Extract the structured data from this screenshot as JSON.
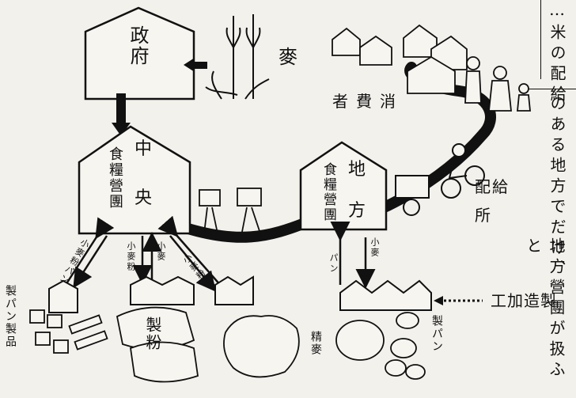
{
  "title_col": "…米の配給",
  "body_col_1": "のある地方でだけ、",
  "body_col_2": "地方營團が扱ふと",
  "nodes": {
    "government": "政府",
    "central": {
      "top": "中",
      "sub": "食糧營團",
      "bottom": "央"
    },
    "local": {
      "top": "地",
      "sub": "食糧營團",
      "bottom": "方"
    }
  },
  "labels": {
    "wheat": "麥",
    "consumers": "消費者",
    "distribution": "配給所",
    "factory_process": "製造加工",
    "bakery_products": "製パン製品",
    "flour": "製粉",
    "wheat_polished": "精麥",
    "bread": "製パン"
  },
  "arrows": {
    "flour_bread": "小麥粉パン",
    "wheat_flour": "小麥粉",
    "flour_mill": "小麥粉",
    "wheat_small": "小麥",
    "local_bread": "パン",
    "local_wheat": "小麥"
  }
}
